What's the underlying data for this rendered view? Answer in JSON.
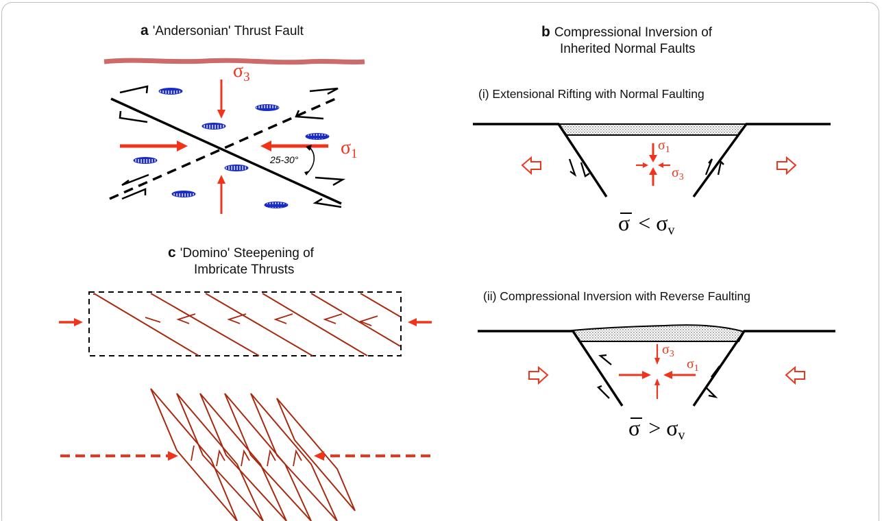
{
  "colors": {
    "stress": "#f0341c",
    "fault": "#000000",
    "crust": "#cd6b6b",
    "pore": "#1a2cc4",
    "thrust": "#a82810",
    "box": "#000000"
  },
  "panel_a": {
    "letter": "a",
    "title": "'Andersonian' Thrust Fault",
    "angle_label": "25-30°",
    "sigma": "σ",
    "sub1": "1",
    "sub3": "3"
  },
  "panel_b": {
    "letter": "b",
    "title_line1": "Compressional Inversion of",
    "title_line2": "Inherited Normal Faults",
    "i_label": "(i) Extensional Rifting with Normal Faulting",
    "ii_label": "(ii) Compressional Inversion with Reverse Faulting",
    "sigma_bar": "σ",
    "lt": "<",
    "gt": ">",
    "v": "v"
  },
  "panel_c": {
    "letter": "c",
    "title_line1": "'Domino' Steepening of",
    "title_line2": "Imbricate Thrusts"
  }
}
